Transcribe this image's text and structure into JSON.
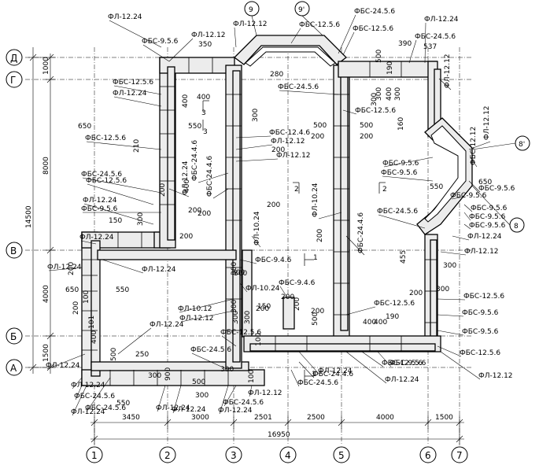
{
  "axes": {
    "columns": [
      {
        "id": "c1",
        "label": "1"
      },
      {
        "id": "c2",
        "label": "2"
      },
      {
        "id": "c3",
        "label": "3"
      },
      {
        "id": "c4",
        "label": "4"
      },
      {
        "id": "c5",
        "label": "5"
      },
      {
        "id": "c6",
        "label": "6"
      },
      {
        "id": "c7",
        "label": "7"
      }
    ],
    "rows": [
      {
        "id": "rD",
        "label": "Д"
      },
      {
        "id": "rG",
        "label": "Г"
      },
      {
        "id": "rV",
        "label": "В"
      },
      {
        "id": "rB",
        "label": "Б"
      },
      {
        "id": "rA",
        "label": "А"
      }
    ],
    "extra": [
      {
        "id": "e9",
        "label": "9"
      },
      {
        "id": "e9p",
        "label": "9'"
      },
      {
        "id": "e8",
        "label": "8"
      },
      {
        "id": "e8p",
        "label": "8'"
      }
    ]
  },
  "dimensions": {
    "bottom": [
      "3450",
      "3000",
      "2501",
      "2500",
      "4000",
      "1500"
    ],
    "total_width": "16950",
    "left": [
      "1000",
      "8000",
      "4000",
      "1500"
    ],
    "total_height": "14500"
  },
  "labels": [
    "ФЛ-12.24",
    "ФЛ-12.12",
    "ФБС-12.5.6",
    "ФБС-24.5.6",
    "ФЛ-12.12",
    "ФБС-12.5.6",
    "ФЛ-12.24",
    "ФБС-24.5.6",
    "ФБС-9.5.6",
    "ФБС-12.5.6",
    "ФЛ-12.24",
    "ФБС-24.5.6",
    "ФБС-12.5.6",
    "ФЛ-12.24",
    "ФБС-24.5.6",
    "ФБС-9.5.6",
    "ФЛ-12.24",
    "ФБС-12.5.6",
    "ФЛ-12.24",
    "ФБС-24.5.6",
    "ФБС-24.4.6",
    "ФБС-12.4.6",
    "ФЛ-12.12",
    "ФЛ-12.12",
    "ФБС-12.5.6",
    "ФБС-9.5.6",
    "ФБС-12.12",
    "ФЛ-12.12",
    "ФБС-9.5.6",
    "ФЛ-12.24",
    "ФБС-9.5.6",
    "ФБС-9.5.6",
    "ФБС-9.5.6",
    "ФБС-9.5.6",
    "ФЛ-12.12",
    "ФЛ-12.12",
    "ФБС-24.5.6",
    "ФБС-12.5.6",
    "ФБС-12.5.6",
    "ФБС-9.5.6",
    "ФБС-9.5.6",
    "ФЛ-12.12",
    "ФБС-12.5.6",
    "ФЛ-12.24",
    "ФЛ-12.24",
    "ФЛ-12.24",
    "ФБС-24.5.6",
    "ФБС-12.5.6",
    "ФЛ-12.24",
    "ФЛ-12.24",
    "ФЛ-10.12",
    "ФЛ-12.12",
    "ФБС-9.4.6",
    "ФЛ-10.24",
    "ФБС-9.4.6",
    "ФЛ-12.24",
    "ФБС-24.5.6",
    "ФЛ-12.12",
    "ФБС-12.5.6",
    "ФБС-9.5.6",
    "ФЛ-10.24",
    "ФБС-24.4.6",
    "ФБС-24.4.6",
    "ФБС-24.4.6",
    "ФЛ-10.24",
    "ФЛ-12.24",
    "ФБС-24.5.6",
    "ФЛ-12.24",
    "ФБС-9.5.6",
    "ФБС-24.5.6",
    "ФЛ-12.24",
    "ФЛ-12.24",
    "ФЛ-12.24"
  ],
  "small_dims": [
    "350",
    "280",
    "390",
    "537",
    "500",
    "190",
    "300",
    "300",
    "400",
    "550",
    "650",
    "210",
    "400",
    "3",
    "3",
    "300",
    "200",
    "500",
    "500",
    "200",
    "200",
    "300",
    "400",
    "160",
    "200",
    "200",
    "300",
    "400",
    "550",
    "200",
    "150",
    "650",
    "300",
    "200",
    "650",
    "550",
    "200",
    "100",
    "300",
    "200",
    "101",
    "500",
    "250",
    "400",
    "900",
    "100",
    "300",
    "500",
    "300",
    "300",
    "550",
    "300",
    "1",
    "1",
    "200",
    "400",
    "190",
    "300",
    "455",
    "300",
    "300",
    "200",
    "200",
    "200",
    "200",
    "150",
    "300",
    "300",
    "500",
    "200",
    "100",
    "200",
    "400"
  ],
  "section_marks": [
    "2",
    "2"
  ]
}
